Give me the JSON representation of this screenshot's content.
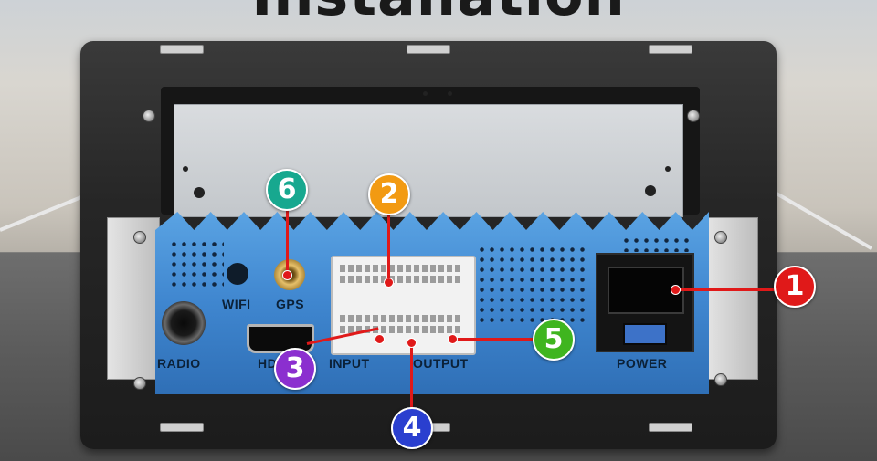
{
  "title": "Installation",
  "port_labels": {
    "radio": "RADIO",
    "wifi": "WIFI",
    "gps": "GPS",
    "hd": "HD",
    "input": "INPUT",
    "output": "OUTPUT",
    "power": "POWER"
  },
  "callouts": [
    {
      "number": "1",
      "color": "#e01919"
    },
    {
      "number": "2",
      "color": "#f29a12"
    },
    {
      "number": "3",
      "color": "#8b2fcf"
    },
    {
      "number": "4",
      "color": "#2a3fcf"
    },
    {
      "number": "5",
      "color": "#3fb51f"
    },
    {
      "number": "6",
      "color": "#17a88f"
    }
  ]
}
